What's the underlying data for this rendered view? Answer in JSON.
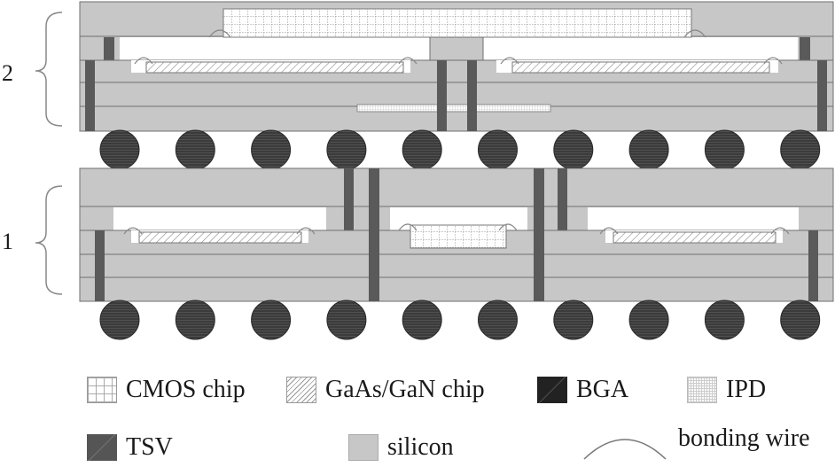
{
  "layer_labels": [
    "2",
    "1"
  ],
  "legend": [
    {
      "key": "cmos",
      "label": "CMOS chip"
    },
    {
      "key": "gaas",
      "label": "GaAs/GaN chip"
    },
    {
      "key": "bga",
      "label": "BGA"
    },
    {
      "key": "ipd",
      "label": "IPD"
    },
    {
      "key": "tsv",
      "label": "TSV"
    },
    {
      "key": "silicon",
      "label": "silicon"
    },
    {
      "key": "wire",
      "label": "bonding wire"
    }
  ],
  "colors": {
    "silicon": "#c7c7c7",
    "silicon_line": "#6f6f6f",
    "tsv": "#5a5a5a",
    "bga": "#3b3b3b",
    "cavity": "#ffffff",
    "chip_outline": "#777777"
  },
  "bga_rows": {
    "top_count": 10,
    "bottom_count": 10
  }
}
